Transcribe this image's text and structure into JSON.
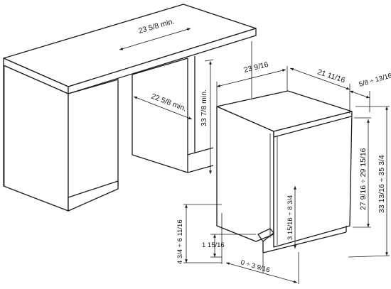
{
  "dimensions": {
    "top_width": "23 5/8 min.",
    "cabinet_depth": "22 5/8 min.",
    "cabinet_height": "33 7/8 min.",
    "unit_width": "23 9/16",
    "unit_depth": "21 11/16",
    "door_offset": "5/8 ÷ 13/16",
    "unit_height": "33 13/16 ÷ 35 3/4",
    "body_height": "27 9/16 ÷ 29 15/16",
    "kick_height": "3 15/16 ÷ 8 3/4",
    "plinth_range": "4 3/4 ÷ 6 11/16",
    "plinth_gap": "1 15/16",
    "plinth_setback": "0 ÷ 3 9/16"
  }
}
